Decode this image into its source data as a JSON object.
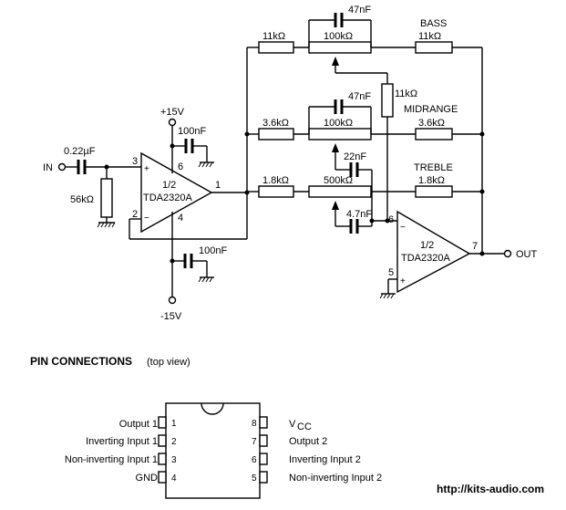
{
  "schematic": {
    "input_label": "IN",
    "output_label": "OUT",
    "c_in": "0.22µF",
    "r_in": "56kΩ",
    "supply_pos": "+15V",
    "supply_neg": "-15V",
    "c_supply_pos": "100nF",
    "c_supply_neg": "100nF",
    "opamp1": {
      "fraction": "1/2",
      "part": "TDA2320A",
      "pin_in_plus": "3",
      "pin_in_minus": "2",
      "pin_out": "1",
      "pin_vcc": "6",
      "pin_vee": "4"
    },
    "opamp2": {
      "fraction": "1/2",
      "part": "TDA2320A",
      "pin_in_minus": "6",
      "pin_in_plus": "5",
      "pin_out": "7"
    },
    "bass": {
      "label": "BASS",
      "r_left": "11kΩ",
      "pot": "100kΩ",
      "r_right": "11kΩ",
      "cap": "47nF",
      "r_wiper": "11kΩ"
    },
    "midrange": {
      "label": "MIDRANGE",
      "r_left": "3.6kΩ",
      "pot": "100kΩ",
      "r_right": "3.6kΩ",
      "cap": "47nF",
      "cap_wiper": "22nF"
    },
    "treble": {
      "label": "TREBLE",
      "r_left": "1.8kΩ",
      "pot": "500kΩ",
      "r_right": "1.8kΩ",
      "cap_wiper": "4.7nF"
    }
  },
  "pin_connections": {
    "title": "PIN CONNECTIONS",
    "subtitle": "(top view)",
    "left_pins": [
      {
        "name": "Output 1",
        "num": "1"
      },
      {
        "name": "Inverting Input 1",
        "num": "2"
      },
      {
        "name": "Non-inverting Input 1",
        "num": "3"
      },
      {
        "name": "GND",
        "num": "4"
      }
    ],
    "right_pins": [
      {
        "name": "V",
        "sub": "CC",
        "num": "8"
      },
      {
        "name": "Output 2",
        "num": "7"
      },
      {
        "name": "Inverting Input 2",
        "num": "6"
      },
      {
        "name": "Non-inverting Input 2",
        "num": "5"
      }
    ]
  },
  "footer": {
    "url": "http://kits-audio.com"
  }
}
